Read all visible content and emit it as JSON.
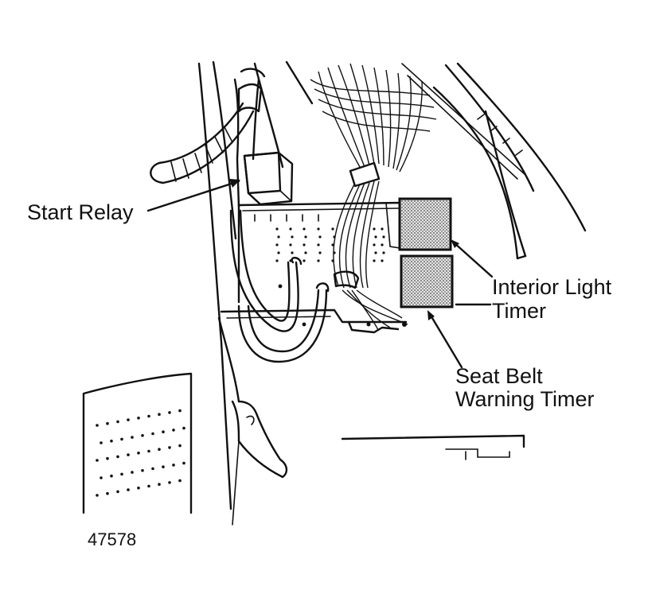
{
  "labels": {
    "start_relay": "Start Relay",
    "interior_light_timer_line1": "Interior Light",
    "interior_light_timer_line2": "Timer",
    "seat_belt_warning_timer_line1": "Seat Belt",
    "seat_belt_warning_timer_line2": "Warning Timer"
  },
  "figure_number": "47578",
  "colors": {
    "ink": "#111111",
    "relay_fill": "#bdbdbd",
    "background": "#ffffff"
  }
}
